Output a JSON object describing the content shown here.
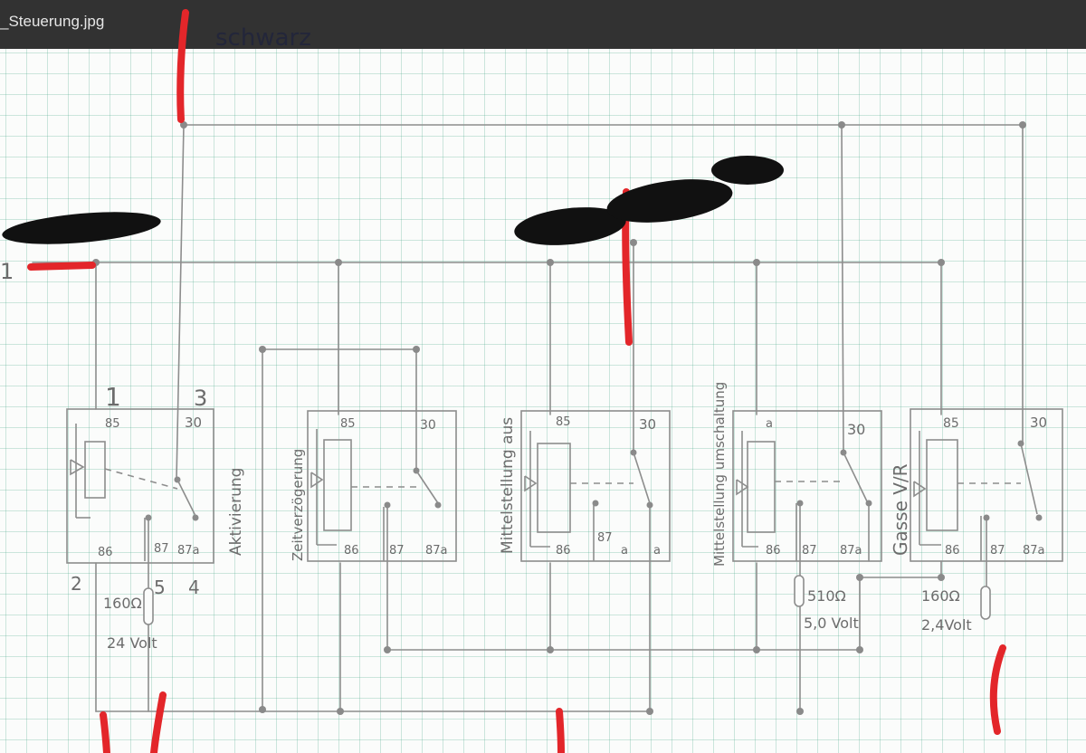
{
  "window": {
    "filename": "_Steuerung.jpg"
  },
  "colors": {
    "pencil": "#8d8d8d",
    "red_marker": "#e3262a",
    "black_marker": "#111111",
    "ink_blue": "#23263a"
  },
  "top_label": "schwarz",
  "left_terminal": "1",
  "relays": [
    {
      "label": "Aktivierung",
      "top_number": "1",
      "top_number_right": "3",
      "pins": {
        "p85": "85",
        "p30": "30",
        "p86": "86",
        "p87": "87",
        "p87a": "87a"
      }
    },
    {
      "label": "Zeitverzögerung",
      "pins": {
        "p85": "85",
        "p30": "30",
        "p86": "86",
        "p87": "87",
        "p87a": "87a"
      }
    },
    {
      "label": "Mittelstellung aus",
      "pins": {
        "p85": "85",
        "p30": "30",
        "p86": "86",
        "p87": "87",
        "p87a": "a"
      }
    },
    {
      "label": "Mittelstellung umschaltung",
      "pins": {
        "p85": "a",
        "p30": "30",
        "p86": "86",
        "p87": "87",
        "p87a": "87a"
      }
    },
    {
      "label": "Gasse V/R",
      "pins": {
        "p85": "85",
        "p30": "30",
        "p86": "86",
        "p87": "87",
        "p87a": "87a"
      }
    }
  ],
  "relay1_bottom": {
    "left": "2",
    "mid": "5",
    "right": "4"
  },
  "resistors": [
    {
      "value": "160Ω",
      "voltage": "24 Volt"
    },
    {
      "value": "510Ω",
      "voltage": "5,0 Volt"
    },
    {
      "value": "160Ω",
      "voltage": "2,4Volt"
    }
  ]
}
